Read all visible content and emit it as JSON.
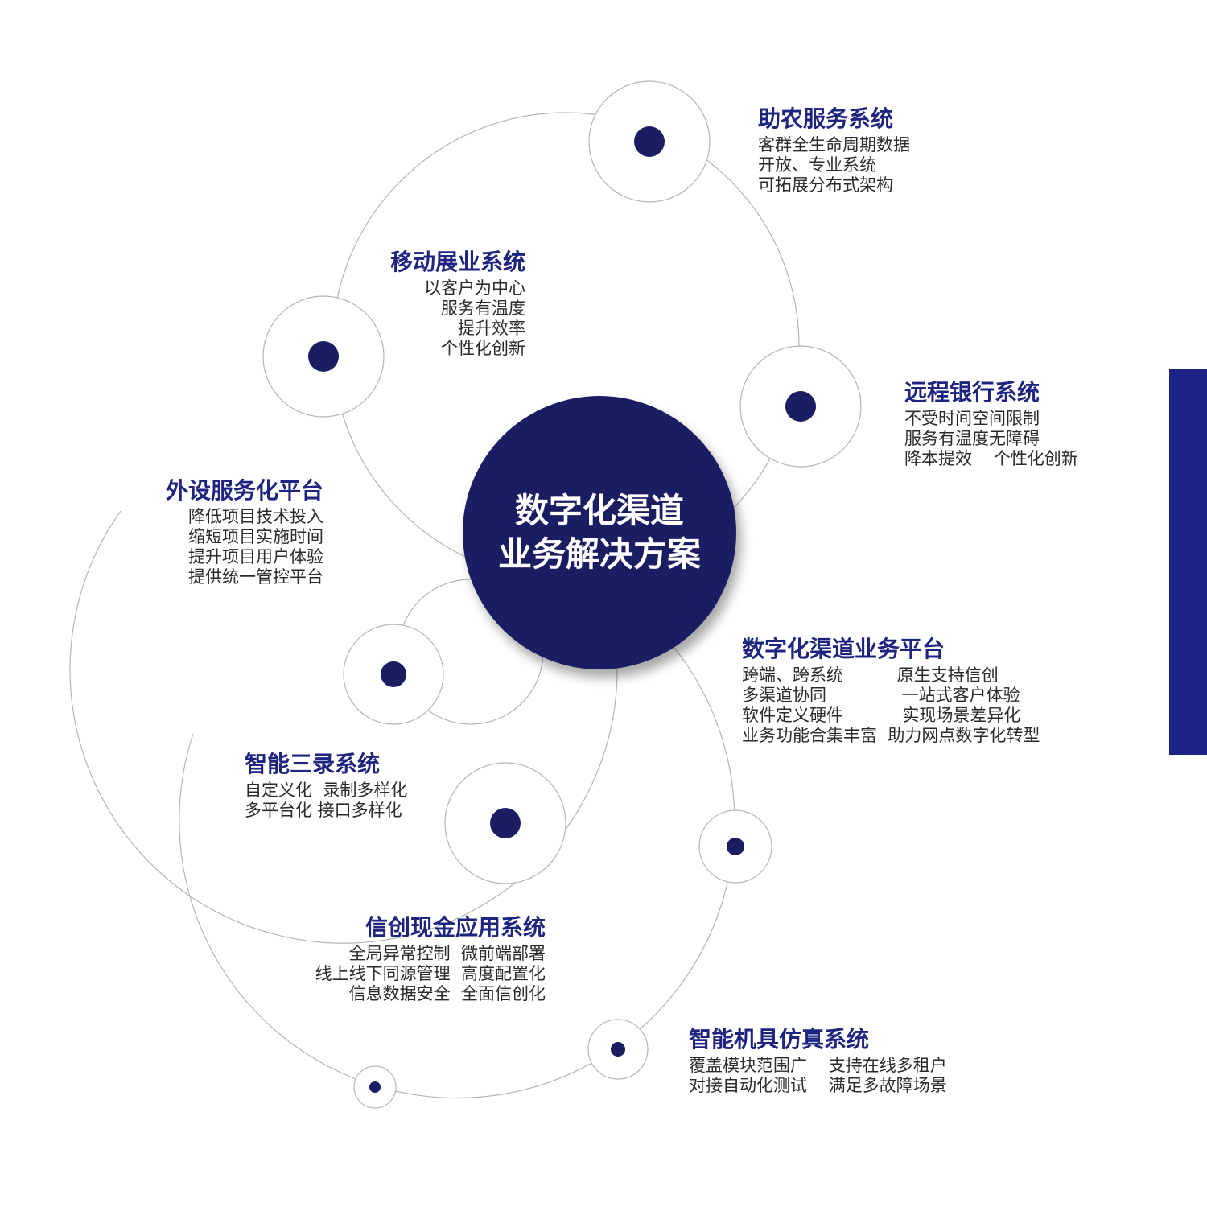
{
  "center": {
    "line1": "数字化渠道",
    "line2": "业务解决方案"
  },
  "colors": {
    "navy": "#1b1d63",
    "title": "#1e2580",
    "accent_bar": "#1e2285"
  },
  "systems": [
    {
      "title": "助农服务系统",
      "lines": [
        "客群全生命周期数据",
        "开放、专业系统",
        "可拓展分布式架构"
      ]
    },
    {
      "title": "移动展业系统",
      "lines": [
        "以客户为中心",
        "服务有温度",
        "提升效率",
        "个性化创新"
      ]
    },
    {
      "title": "远程银行系统",
      "lines": [
        "不受时间空间限制",
        "服务有温度无障碍",
        "降本提效    个性化创新"
      ]
    },
    {
      "title": "外设服务化平台",
      "lines": [
        "降低项目技术投入",
        "缩短项目实施时间",
        "提升项目用户体验",
        "提供统一管控平台"
      ]
    },
    {
      "title": "数字化渠道业务平台",
      "lines": [
        "跨端、跨系统          原生支持信创",
        "多渠道协同              一站式客户体验",
        "软件定义硬件           实现场景差异化",
        "业务功能合集丰富  助力网点数字化转型"
      ]
    },
    {
      "title": "智能三录系统",
      "lines": [
        "自定义化  录制多样化",
        "多平台化 接口多样化"
      ]
    },
    {
      "title": "信创现金应用系统",
      "lines": [
        "全局异常控制  微前端部署",
        "线上线下同源管理  高度配置化",
        "信息数据安全  全面信创化"
      ]
    },
    {
      "title": "智能机具仿真系统",
      "lines": [
        "覆盖模块范围广    支持在线多租户",
        "对接自动化测试    满足多故障场景"
      ]
    }
  ]
}
